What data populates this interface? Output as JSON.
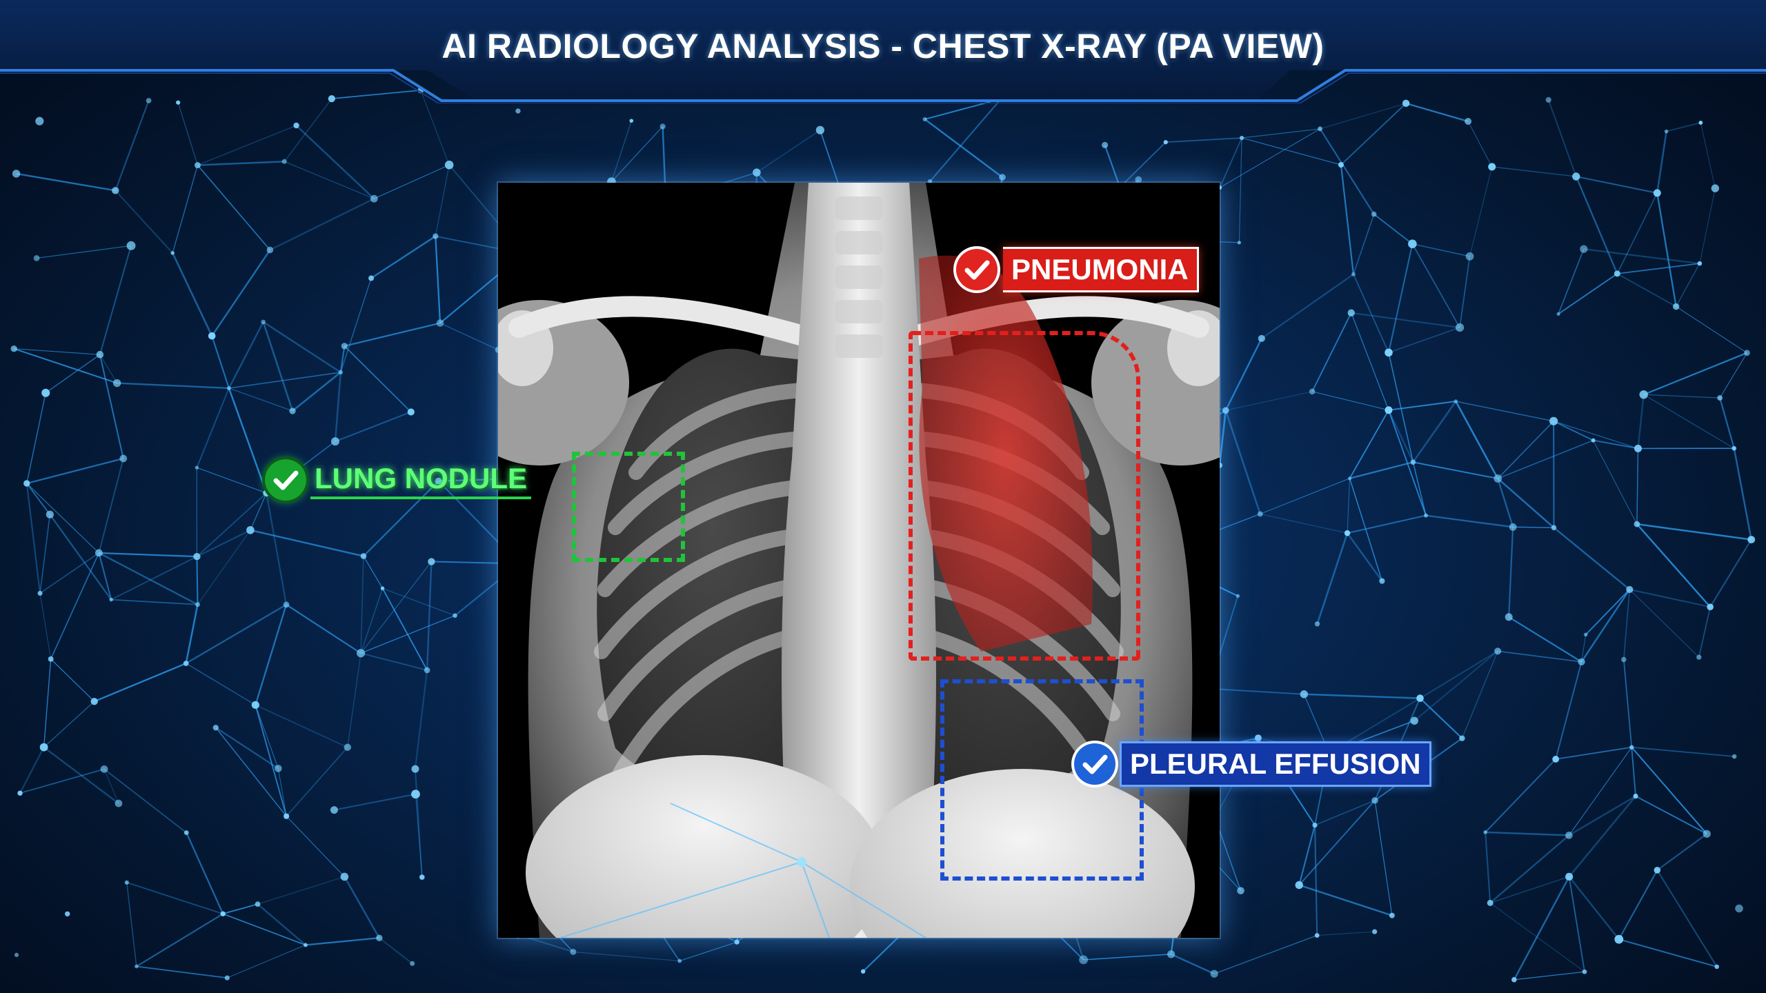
{
  "header": {
    "title": "AI RADIOLOGY ANALYSIS - CHEST X-RAY (PA VIEW)"
  },
  "findings": [
    {
      "label": "LUNG NODULE",
      "color": "#22c23c",
      "icon": "check-circle-icon"
    },
    {
      "label": "PNEUMONIA",
      "color": "#e3201d",
      "icon": "check-circle-icon"
    },
    {
      "label": "PLEURAL EFFUSION",
      "color": "#1d4fd0",
      "icon": "check-circle-icon"
    }
  ],
  "theme": {
    "background": "#041731",
    "network_line": "#2ea6ff",
    "network_node": "#7fd4ff"
  }
}
